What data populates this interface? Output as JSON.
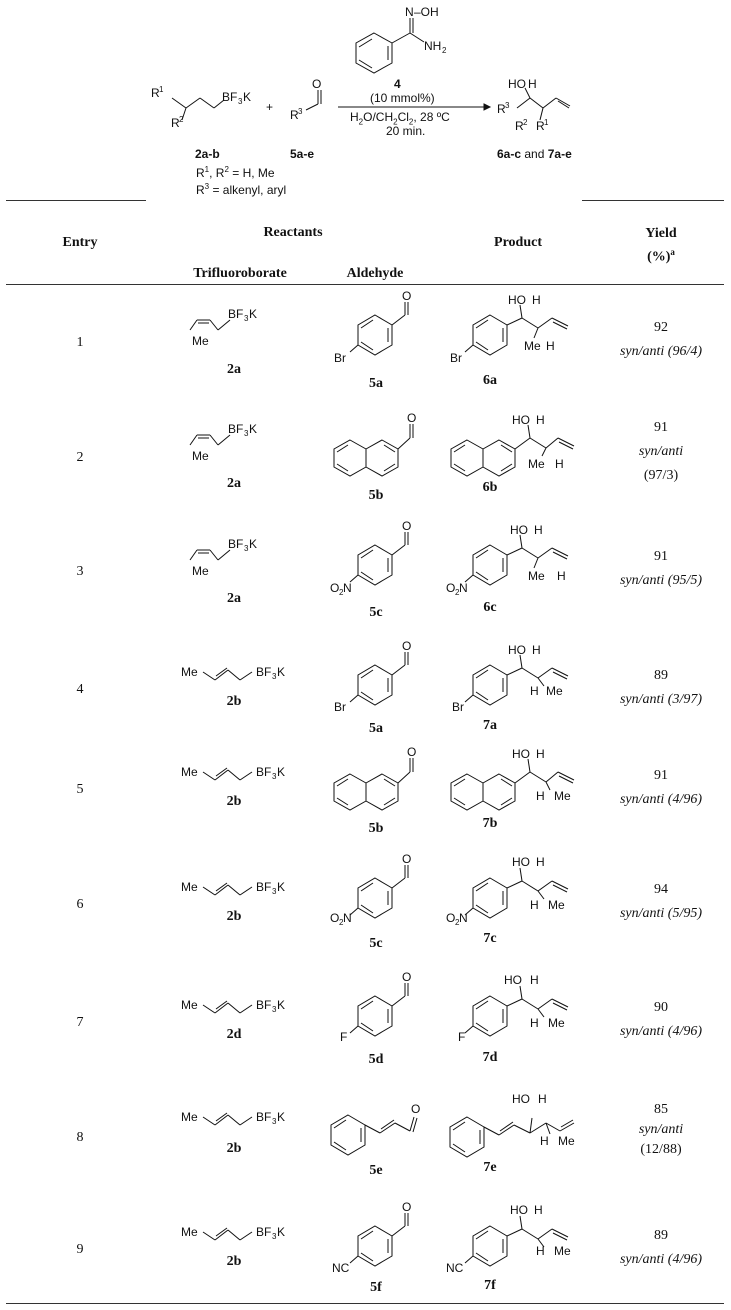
{
  "scheme": {
    "catalyst_label": "4",
    "catalyst_loading": "(10 mmol%)",
    "conditions_solvent": "H2O/CH2Cl2, 28 ºC",
    "conditions_time": "20 min.",
    "reactant1_label": "2a-b",
    "reactant2_label": "5a-e",
    "product_label": "6a-c and 7a-e",
    "r_def1": "R1, R2 = H, Me",
    "r_def2": "R3 = alkenyl, aryl",
    "plus": "+"
  },
  "table": {
    "headers": {
      "entry": "Entry",
      "reactants": "Reactants",
      "trifluoroborate": "Trifluoroborate",
      "aldehyde": "Aldehyde",
      "product": "Product",
      "yield_line1": "Yield",
      "yield_line2": "(%)",
      "yield_sup": "a"
    },
    "rows": [
      {
        "entry": "1",
        "boronate": "2a",
        "aldehyde": "5a",
        "product": "6a",
        "yield": "92",
        "ratio_line1": "syn/anti (96/4)",
        "ratio_line2": ""
      },
      {
        "entry": "2",
        "boronate": "2a",
        "aldehyde": "5b",
        "product": "6b",
        "yield": "91",
        "ratio_line1": "syn/anti",
        "ratio_line2": "(97/3)"
      },
      {
        "entry": "3",
        "boronate": "2a",
        "aldehyde": "5c",
        "product": "6c",
        "yield": "91",
        "ratio_line1": "syn/anti (95/5)",
        "ratio_line2": ""
      },
      {
        "entry": "4",
        "boronate": "2b",
        "aldehyde": "5a",
        "product": "7a",
        "yield": "89",
        "ratio_line1": "syn/anti (3/97)",
        "ratio_line2": ""
      },
      {
        "entry": "5",
        "boronate": "2b",
        "aldehyde": "5b",
        "product": "7b",
        "yield": "91",
        "ratio_line1": "syn/anti (4/96)",
        "ratio_line2": ""
      },
      {
        "entry": "6",
        "boronate": "2b",
        "aldehyde": "5c",
        "product": "7c",
        "yield": "94",
        "ratio_line1": "syn/anti (5/95)",
        "ratio_line2": ""
      },
      {
        "entry": "7",
        "boronate": "2d",
        "aldehyde": "5d",
        "product": "7d",
        "yield": "90",
        "ratio_line1": "syn/anti (4/96)",
        "ratio_line2": ""
      },
      {
        "entry": "8",
        "boronate": "2b",
        "aldehyde": "5e",
        "product": "7e",
        "yield": "85",
        "ratio_line1": "syn/anti",
        "ratio_line2": "(12/88)"
      },
      {
        "entry": "9",
        "boronate": "2b",
        "aldehyde": "5f",
        "product": "7f",
        "yield": "89",
        "ratio_line1": "syn/anti (4/96)",
        "ratio_line2": ""
      }
    ]
  },
  "atoms": {
    "bf3k": "BF3K",
    "me": "Me",
    "br": "Br",
    "no2": "O2N",
    "f": "F",
    "nc": "NC",
    "o": "O",
    "ho": "HO",
    "h": "H",
    "oh": "OH",
    "nh2": "NH2",
    "n": "N",
    "r1": "R1",
    "r2": "R2",
    "r3": "R3"
  }
}
